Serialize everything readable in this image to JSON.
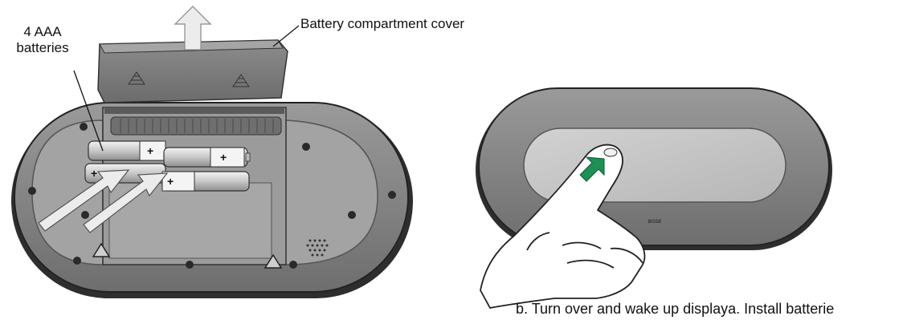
{
  "labels": {
    "batteries_line1": "4 AAA",
    "batteries_line2": "batteries",
    "cover": "Battery compartment cover"
  },
  "caption": "b. Turn over and wake up displaya. Install batterie",
  "logo_text": "BOSE",
  "icons": {
    "up_arrow": "up-arrow-icon",
    "insert_arrow": "insert-arrow-icon",
    "touch_arrow": "touch-arrow-icon"
  },
  "colors": {
    "device_body": "#8a8a8a",
    "device_dark": "#3d3d3d",
    "panel_light": "#c4c4c4",
    "arrow_fill": "#e8e8e8",
    "touch_arrow": "#1e8f55"
  }
}
